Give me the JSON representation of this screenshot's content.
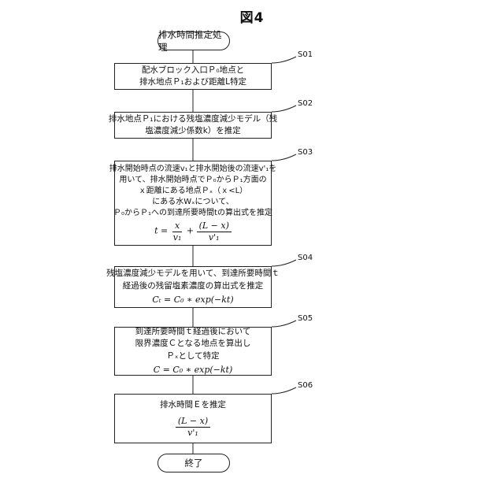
{
  "figure_title": "図4",
  "start": "排水時間推定処理",
  "end": "終了",
  "steps": [
    {
      "id": "S01",
      "lines": [
        "配水ブロック入口Ｐ₀地点と",
        "排水地点Ｐ₁および距離L特定"
      ]
    },
    {
      "id": "S02",
      "lines": [
        "排水地点Ｐ₁における残塩濃度減少モデル（残",
        "塩濃度減少係数k）を推定"
      ]
    },
    {
      "id": "S03",
      "lines": [
        "排水開始時点の流速v₁と排水開始後の流速v'₁を",
        "用いて、排水開始時点でＰ₀からＰ₁方面の",
        "ｘ距離にある地点Ｐₓ（ｘ<L）",
        "にある水Wₓについて、",
        "Ｐ₀からＰ₁への到達所要時間tの算出式を推定"
      ],
      "formula": {
        "lhs": "t",
        "eq": "=",
        "t1_num": "x",
        "t1_den": "v₁",
        "plus": "+",
        "t2_num": "(L − x)",
        "t2_den": "v'₁"
      }
    },
    {
      "id": "S04",
      "lines": [
        "残塩濃度減少モデルを用いて、到達所要時間ｔ",
        "経過後の残留塩素濃度の算出式を推定"
      ],
      "formula": "Cₜ = C₀ ∗ exp(−kt)"
    },
    {
      "id": "S05",
      "lines": [
        "到達所要時間ｔ経過後において",
        "限界濃度Ｃとなる地点を算出し",
        "Ｐₓとして特定"
      ],
      "formula": "C = C₀ ∗ exp(−kt)"
    },
    {
      "id": "S06",
      "lines": [
        "排水時間Ｅを推定"
      ],
      "formula": {
        "num": "(L − x)",
        "den": "v'₁"
      }
    }
  ]
}
